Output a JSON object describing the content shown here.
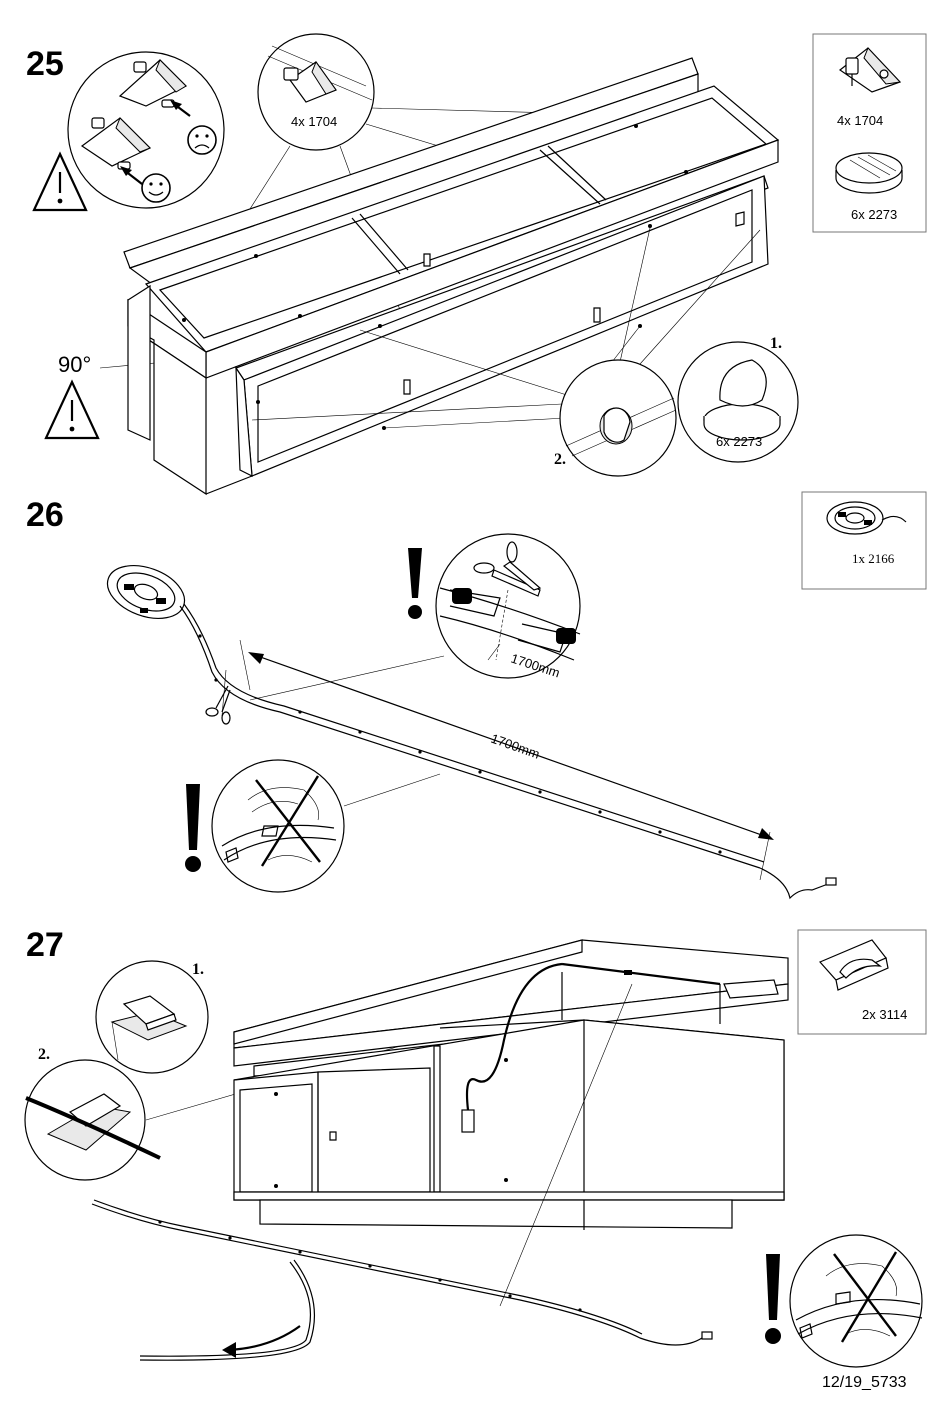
{
  "steps": [
    {
      "number": "25",
      "angle_label": "90°",
      "callouts": [
        {
          "quantity": "4x 1704"
        },
        {
          "quantity": "6x 2273"
        }
      ],
      "sequence_labels": [
        "1.",
        "2."
      ],
      "parts": [
        {
          "quantity": "4x 1704",
          "icon": "corner-bracket-screw-icon"
        },
        {
          "quantity": "6x 2273",
          "icon": "felt-pad-icon"
        }
      ]
    },
    {
      "number": "26",
      "cut_length": "1700mm",
      "cut_length_detail": "1700mm",
      "parts": [
        {
          "quantity": "1x 2166",
          "icon": "led-strip-reel-icon"
        }
      ]
    },
    {
      "number": "27",
      "sequence_labels": [
        "1.",
        "2."
      ],
      "parts": [
        {
          "quantity": "2x 3114",
          "icon": "cable-clip-icon"
        }
      ]
    }
  ],
  "footer": {
    "code": "12/19_5733"
  }
}
